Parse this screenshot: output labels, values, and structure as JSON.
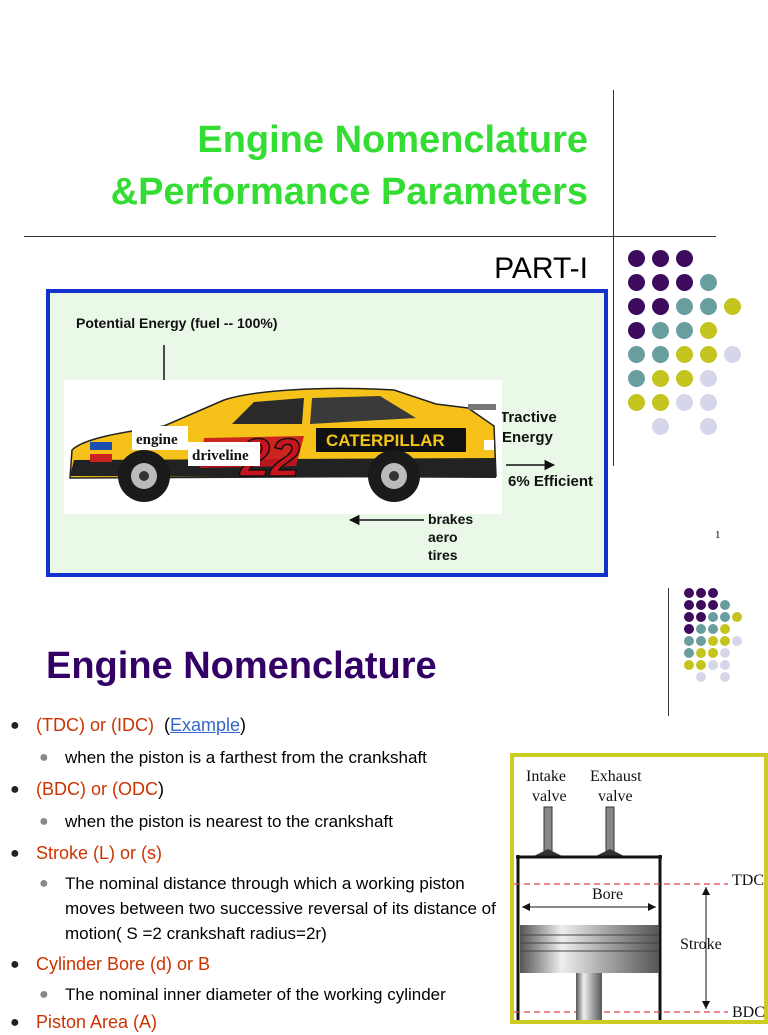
{
  "slide1": {
    "title_line1": "Engine  Nomenclature",
    "title_line2": "&Performance Parameters",
    "part": "PART-I",
    "page_number": "1",
    "figure": {
      "potential_energy": "Potential Energy (fuel -- 100%)",
      "tractive": "Tractive",
      "energy": "Energy",
      "efficient": "6% Efficient",
      "brakes": "brakes",
      "aero": "aero",
      "tires": "tires",
      "engine": "engine",
      "driveline": "driveline",
      "car_number": "22",
      "sponsor": "CATERPILLAR"
    }
  },
  "slide2": {
    "title": "Engine Nomenclature",
    "items": [
      {
        "term": "(TDC)  or (IDC)",
        "open": "(",
        "link": "Example",
        "close": ")",
        "desc": "when the piston is a farthest from the crankshaft"
      },
      {
        "term": "(BDC) or (ODC",
        "close": ")",
        "desc": "when the piston is nearest to the crankshaft"
      },
      {
        "term": "Stroke (L) or (s)",
        "desc": "The nominal distance through which a working piston moves between two successive reversal of its distance of motion( S =2 crankshaft radius=2r)"
      },
      {
        "term": "Cylinder Bore (d) or B",
        "desc": "The nominal inner diameter of the working cylinder"
      },
      {
        "term": "Piston Area (A)"
      }
    ],
    "diagram": {
      "intake1": "Intake",
      "intake2": "valve",
      "exhaust1": "Exhaust",
      "exhaust2": "valve",
      "bore": "Bore",
      "stroke": "Stroke",
      "tdc": "TDC",
      "bdc": "BDC"
    }
  },
  "colors": {
    "title_green": "#33dd33",
    "title_purple": "#330066",
    "term_red": "#cc3300",
    "frame_blue": "#1133cc",
    "frame_yellow": "#cccc22",
    "dot_purple": "#3d0a5e",
    "dot_teal": "#6a9e9e",
    "dot_olive": "#c4c41e",
    "dot_lavender": "#d6d6ea"
  }
}
